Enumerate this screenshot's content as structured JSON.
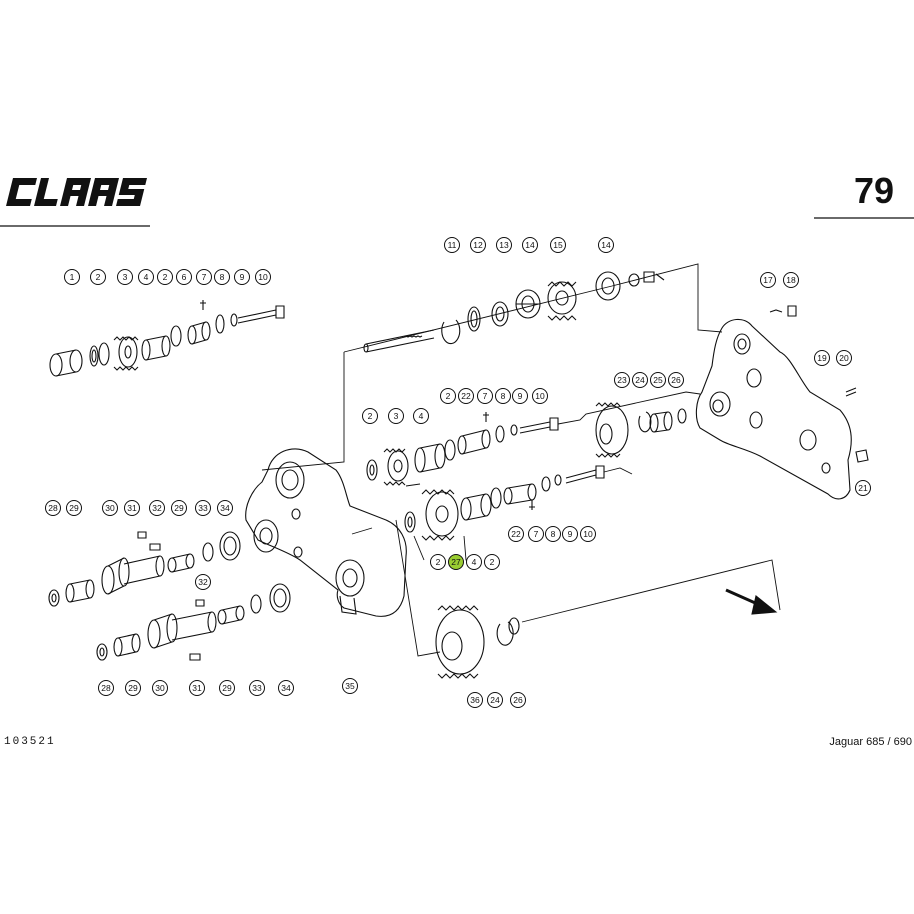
{
  "header": {
    "brand": "CLAAS",
    "page_number": "79"
  },
  "footer": {
    "drawing_number": "103521",
    "model": "Jaguar 685 / 690"
  },
  "colors": {
    "line": "#111111",
    "highlight": "#9acd32",
    "paper": "#ffffff"
  },
  "highlighted_callout": "27",
  "callouts": [
    {
      "id": "c1",
      "label": "1"
    },
    {
      "id": "c2",
      "label": "2"
    },
    {
      "id": "c3",
      "label": "3"
    },
    {
      "id": "c4",
      "label": "4"
    },
    {
      "id": "c5",
      "label": "2"
    },
    {
      "id": "c6",
      "label": "6"
    },
    {
      "id": "c7",
      "label": "7"
    },
    {
      "id": "c8",
      "label": "8"
    },
    {
      "id": "c9",
      "label": "9"
    },
    {
      "id": "c10",
      "label": "10"
    },
    {
      "id": "c11",
      "label": "11"
    },
    {
      "id": "c12",
      "label": "12"
    },
    {
      "id": "c13",
      "label": "13"
    },
    {
      "id": "c14",
      "label": "14"
    },
    {
      "id": "c15",
      "label": "15"
    },
    {
      "id": "c16",
      "label": "14"
    },
    {
      "id": "c17",
      "label": "17"
    },
    {
      "id": "c18",
      "label": "18"
    },
    {
      "id": "c19",
      "label": "19"
    },
    {
      "id": "c20",
      "label": "20"
    },
    {
      "id": "c21",
      "label": "21"
    },
    {
      "id": "c22",
      "label": "23"
    },
    {
      "id": "c23",
      "label": "24"
    },
    {
      "id": "c24",
      "label": "25"
    },
    {
      "id": "c25",
      "label": "26"
    },
    {
      "id": "c26",
      "label": "2"
    },
    {
      "id": "c27",
      "label": "22"
    },
    {
      "id": "c28",
      "label": "7"
    },
    {
      "id": "c29",
      "label": "8"
    },
    {
      "id": "c30",
      "label": "9"
    },
    {
      "id": "c31",
      "label": "10"
    },
    {
      "id": "c32",
      "label": "2"
    },
    {
      "id": "c33",
      "label": "3"
    },
    {
      "id": "c34",
      "label": "4"
    },
    {
      "id": "c35",
      "label": "22"
    },
    {
      "id": "c36",
      "label": "7"
    },
    {
      "id": "c37",
      "label": "8"
    },
    {
      "id": "c38",
      "label": "9"
    },
    {
      "id": "c39",
      "label": "10"
    },
    {
      "id": "c40",
      "label": "2"
    },
    {
      "id": "c41",
      "label": "27"
    },
    {
      "id": "c42",
      "label": "4"
    },
    {
      "id": "c43",
      "label": "2"
    },
    {
      "id": "c44",
      "label": "28"
    },
    {
      "id": "c45",
      "label": "29"
    },
    {
      "id": "c46",
      "label": "30"
    },
    {
      "id": "c47",
      "label": "31"
    },
    {
      "id": "c48",
      "label": "32"
    },
    {
      "id": "c49",
      "label": "29"
    },
    {
      "id": "c50",
      "label": "33"
    },
    {
      "id": "c51",
      "label": "34"
    },
    {
      "id": "c52",
      "label": "32"
    },
    {
      "id": "c53",
      "label": "28"
    },
    {
      "id": "c54",
      "label": "29"
    },
    {
      "id": "c55",
      "label": "30"
    },
    {
      "id": "c56",
      "label": "31"
    },
    {
      "id": "c57",
      "label": "29"
    },
    {
      "id": "c58",
      "label": "33"
    },
    {
      "id": "c59",
      "label": "34"
    },
    {
      "id": "c60",
      "label": "35"
    },
    {
      "id": "c61",
      "label": "36"
    },
    {
      "id": "c62",
      "label": "24"
    },
    {
      "id": "c63",
      "label": "26"
    }
  ]
}
